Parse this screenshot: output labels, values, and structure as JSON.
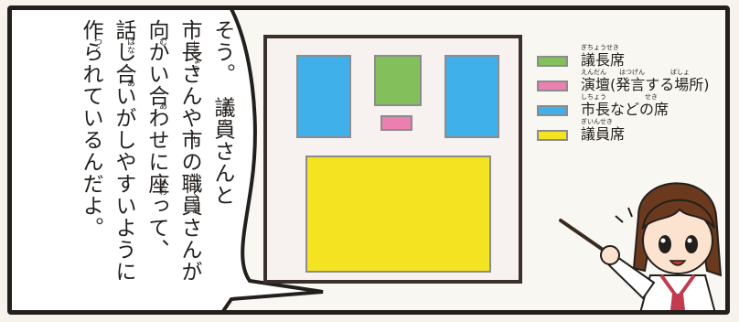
{
  "speech": {
    "lines": [
      "そう。　議員さんと",
      "市長さんや市の職員さんが",
      "向かい合わせに座って、",
      "話し合いがしやすいように",
      "作られているんだよ。"
    ],
    "furigana": {
      "gi_in": "ぎいん",
      "shichou": "しちょう",
      "shi": "し",
      "shokuin": "しょくいん",
      "mu": "む",
      "a": "あ",
      "suwa": "すわ",
      "hana": "はな",
      "a2": "あ",
      "tsuku": "つく"
    }
  },
  "legend": [
    {
      "label": "議長席",
      "ruby": "ぎちょうせき",
      "color": "#83c05b"
    },
    {
      "label": "演壇(発言する場所)",
      "ruby": "えんだん　　はつげん　　　　ばしょ",
      "color": "#ea7fb0"
    },
    {
      "label": "市長などの席",
      "ruby": "しちょう　　　　　　せき",
      "color": "#3fb0ea"
    },
    {
      "label": "議員席",
      "ruby": "ぎいんせき",
      "color": "#f4e321"
    }
  ],
  "colors": {
    "chair_seat": "#83c05b",
    "podium": "#ea7fb0",
    "mayor_seats": "#3fb0ea",
    "member_seats": "#f4e321"
  }
}
